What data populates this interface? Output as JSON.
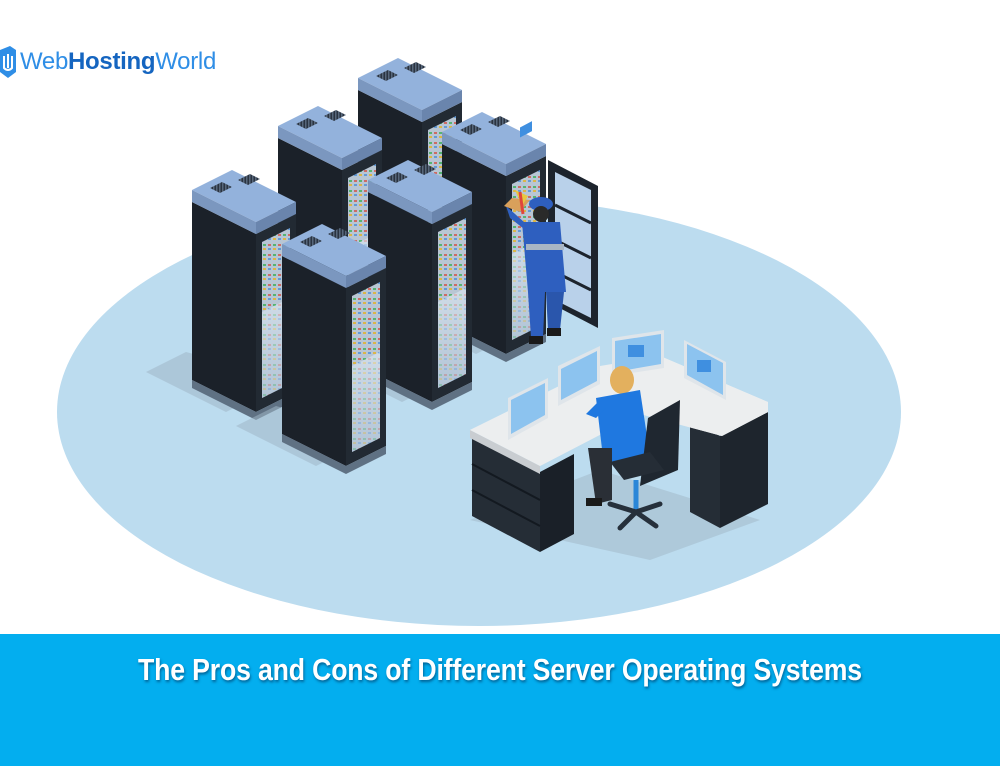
{
  "logo": {
    "parts": [
      "Web",
      "Hosting",
      "World"
    ],
    "icon": "shield-logo-icon",
    "colors": {
      "web": "#2f8ee6",
      "hosting": "#1565c0",
      "world": "#2f8ee6"
    }
  },
  "illustration": {
    "description": "Isometric data center: six server racks on a light blue floor ellipse, a technician in blue uniform servicing an open rack, and an operator at an L-shaped desk with four monitors",
    "elements": [
      "server-rack",
      "server-rack",
      "server-rack",
      "server-rack",
      "server-rack",
      "open-server-rack",
      "technician",
      "operator-desk",
      "monitor",
      "monitor",
      "monitor",
      "monitor",
      "operator",
      "office-chair"
    ],
    "colors": {
      "floor": "#bcdcef",
      "rack_top": "#8fb0dc",
      "rack_body": "#1d242d",
      "desk_top": "#eef0f2",
      "uniform": "#2e5fbf",
      "operator_shirt": "#1f78e0"
    }
  },
  "banner": {
    "title": "The Pros and Cons of Different Server Operating Systems",
    "background": "#03aeef",
    "text_color": "#ffffff"
  }
}
